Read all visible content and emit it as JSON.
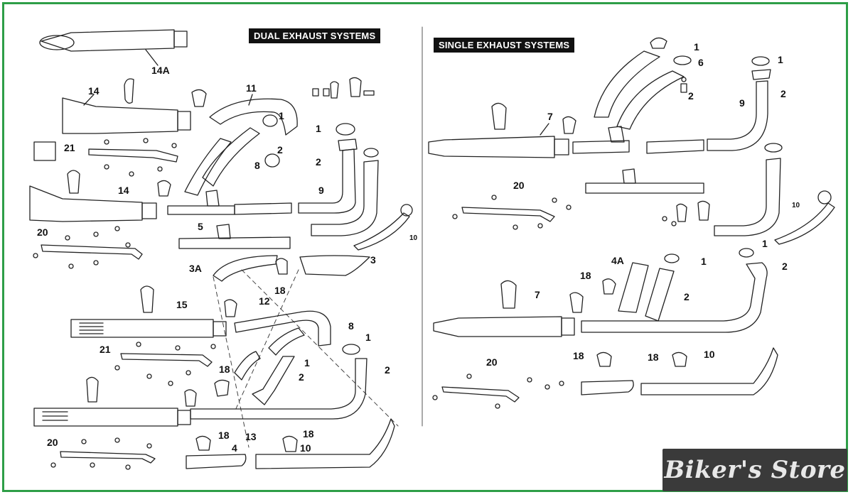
{
  "panels": {
    "dual": {
      "title": "DUAL EXHAUST SYSTEMS"
    },
    "single": {
      "title": "SINGLE EXHAUST SYSTEMS"
    }
  },
  "callouts": {
    "dual_14A": "14A",
    "dual_14a": "14",
    "dual_11": "11",
    "dual_1a": "1",
    "dual_1b": "1",
    "dual_2a": "2",
    "dual_2b": "2",
    "dual_21a": "21",
    "dual_8a": "8",
    "dual_14b": "14",
    "dual_9": "9",
    "dual_20a": "20",
    "dual_5": "5",
    "dual_10a": "10",
    "dual_3A": "3A",
    "dual_3": "3",
    "dual_18a": "18",
    "dual_12": "12",
    "dual_15": "15",
    "dual_8b": "8",
    "dual_1c": "1",
    "dual_1d": "1",
    "dual_2c": "2",
    "dual_2d": "2",
    "dual_21b": "21",
    "dual_18b": "18",
    "dual_20b": "20",
    "dual_18c": "18",
    "dual_18d": "18",
    "dual_4": "4",
    "dual_13": "13",
    "dual_10b": "10",
    "single_1a": "1",
    "single_6": "6",
    "single_2a": "2",
    "single_1b": "1",
    "single_2b": "2",
    "single_9": "9",
    "single_7a": "7",
    "single_20a": "20",
    "single_10a": "10",
    "single_4A": "4A",
    "single_18a": "18",
    "single_1c": "1",
    "single_2c": "2",
    "single_1d": "1",
    "single_2d": "2",
    "single_7b": "7",
    "single_20b": "20",
    "single_18b": "18",
    "single_18c": "18",
    "single_10b": "10"
  },
  "logo": {
    "text": "Biker's Store"
  },
  "colors": {
    "frame": "#2e9e47",
    "ink": "#111111",
    "logo_bg": "#3a3a3a"
  }
}
